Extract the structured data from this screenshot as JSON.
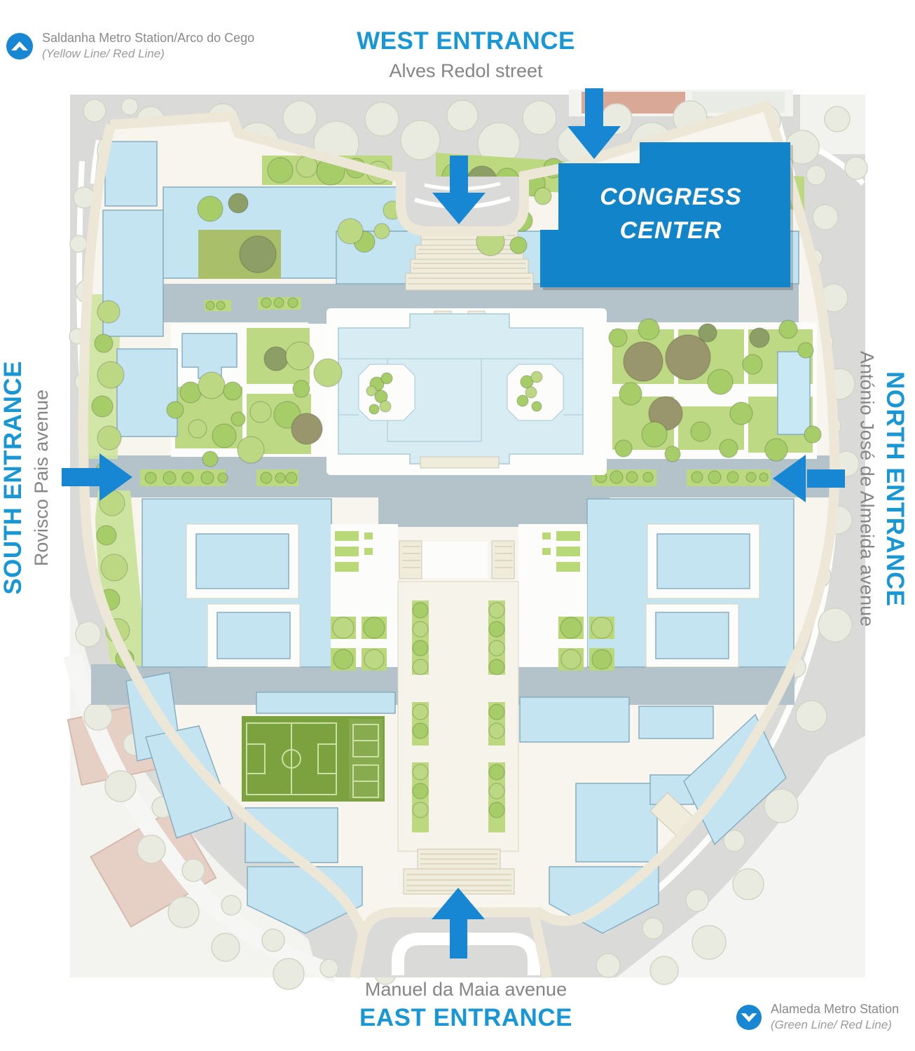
{
  "stations": {
    "saldanha": {
      "name": "Saldanha Metro Station/Arco do Cego",
      "lines": "(Yellow Line/ Red Line)"
    },
    "alameda": {
      "name": "Alameda Metro Station",
      "lines": "(Green Line/ Red Line)"
    }
  },
  "entrances": {
    "west": {
      "title": "WEST ENTRANCE",
      "street": "Alves Redol street"
    },
    "south": {
      "title": "SOUTH ENTRANCE",
      "street": "Rovisco Pais avenue"
    },
    "north": {
      "title": "NORTH ENTRANCE",
      "street": "António José de Almeida avenue"
    },
    "east": {
      "title": "EAST ENTRANCE",
      "street": "Manuel da Maia avenue"
    }
  },
  "map": {
    "congress_center": "CONGRESS CENTER"
  },
  "colors": {
    "accent_blue": "#1897d7",
    "arrow_blue": "#1787d3",
    "congress_blue": "#1284c9",
    "gray_text": "#858585",
    "plaza_gray": "#b4c2ca",
    "building_blue": "#c5e4f2",
    "campus_ground": "#f7f5ed",
    "hedge_green": "#bcd980",
    "court_green": "#7ba23e"
  }
}
